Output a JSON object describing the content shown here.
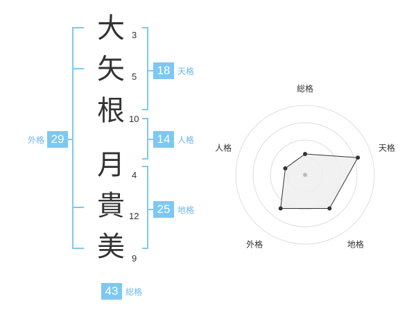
{
  "name": {
    "characters": [
      {
        "char": "大",
        "strokes": "3"
      },
      {
        "char": "矢",
        "strokes": "5"
      },
      {
        "char": "根",
        "strokes": "10"
      },
      {
        "char": "月",
        "strokes": "4"
      },
      {
        "char": "貴",
        "strokes": "12"
      },
      {
        "char": "美",
        "strokes": "9"
      }
    ]
  },
  "fortunes": {
    "tenkaku": {
      "value": "18",
      "label": "天格"
    },
    "jinkaku": {
      "value": "14",
      "label": "人格"
    },
    "chikaku": {
      "value": "25",
      "label": "地格"
    },
    "gaikaku": {
      "value": "29",
      "label": "外格"
    },
    "soukaku": {
      "value": "43",
      "label": "総格"
    }
  },
  "radar": {
    "axes": [
      "総格",
      "天格",
      "地格",
      "外格",
      "人格"
    ],
    "values": [
      0.3,
      0.8,
      0.6,
      0.6,
      0.3
    ],
    "grid_levels": 4,
    "colors": {
      "grid": "#dddddd",
      "fill": "#eeeeee",
      "stroke": "#333333",
      "center": "#bbbbbb"
    }
  },
  "colors": {
    "bracket": "#7cc8f2",
    "badge": "#7cc8f2",
    "label": "#6cb8e6"
  }
}
